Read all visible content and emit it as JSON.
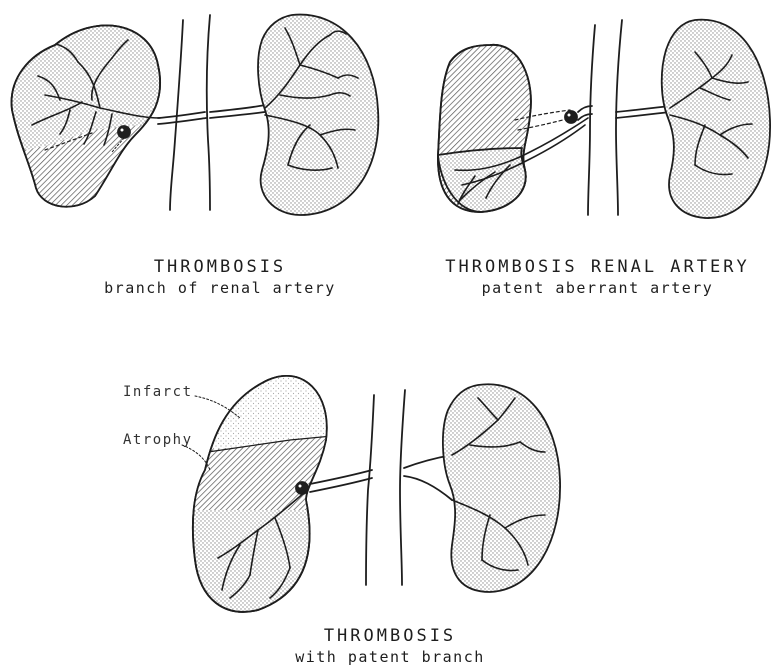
{
  "panels": [
    {
      "title": "THROMBOSIS",
      "subtitle": "branch of renal artery"
    },
    {
      "title": "THROMBOSIS RENAL ARTERY",
      "subtitle": "patent aberrant artery"
    },
    {
      "title": "THROMBOSIS",
      "subtitle": "with patent branch"
    }
  ],
  "labels": {
    "infarct": "Infarct",
    "atrophy": "Atrophy"
  },
  "colors": {
    "ink": "#1e1e1e",
    "stipple": "#9a9a9a",
    "hatch": "#555555"
  }
}
